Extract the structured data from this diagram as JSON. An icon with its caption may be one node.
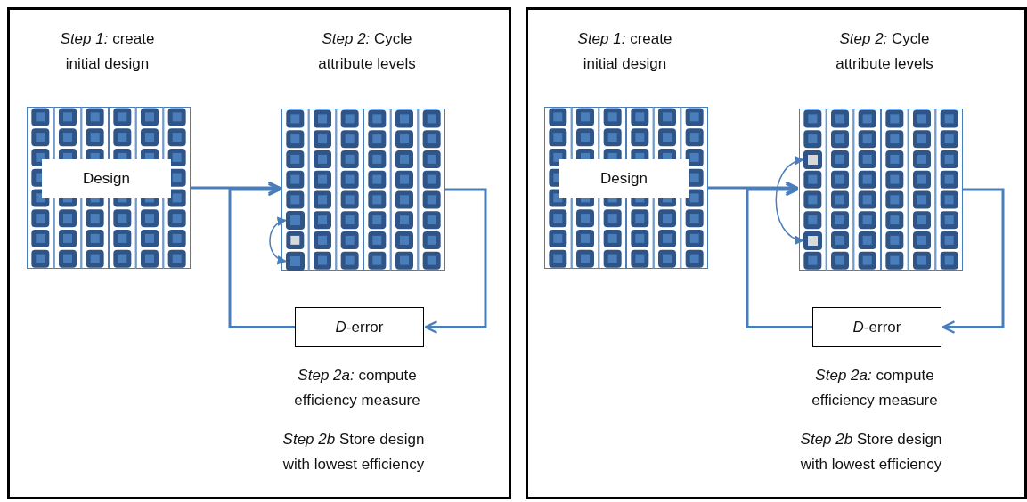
{
  "diagram": {
    "nodes": [
      {
        "text": [],
        "shape": "box"
      },
      {
        "text": [],
        "shape": "box",
        "in": 0
      },
      {
        "text": [
          "Design"
        ],
        "in": 1
      },
      {
        "text": [],
        "shape": "box",
        "in": 0
      },
      {
        "text": [],
        "shape": "box",
        "in": 3
      },
      {
        "text": [],
        "shape": "box",
        "in": 3
      },
      {
        "text": [
          "*D*-error"
        ],
        "in": 0
      },
      {
        "text": [],
        "shape": "box"
      },
      {
        "text": [],
        "shape": "box",
        "in": 7
      },
      {
        "text": [
          "Design"
        ],
        "in": 8
      },
      {
        "text": [],
        "shape": "box",
        "in": 7
      },
      {
        "text": [],
        "shape": "box",
        "in": 10
      },
      {
        "text": [],
        "shape": "box",
        "in": 10
      },
      {
        "text": [
          "*D*-error"
        ],
        "in": 7
      }
    ],
    "edges": [
      {
        "from": 1,
        "to": 3,
        "arrow": "to"
      },
      {
        "from": 3,
        "to": 6,
        "arrow": "to"
      },
      {
        "from": 6,
        "to": 3,
        "arrow": "to"
      },
      {
        "from": 4,
        "to": 5,
        "arrow": "both"
      },
      {
        "from": 8,
        "to": 10,
        "arrow": "to"
      },
      {
        "from": 10,
        "to": 13,
        "arrow": "to"
      },
      {
        "from": 13,
        "to": 10,
        "arrow": "to"
      },
      {
        "from": 11,
        "to": 12,
        "arrow": "both"
      }
    ],
    "labels": [
      "*Step 1:* create initial design",
      "*Step 2:* Cycle attribute levels",
      "*Step 2a:* compute efficiency measure",
      "*Step 2b* Store design with lowest efficiency",
      "*Step 1:* create initial design",
      "*Step 2:* Cycle attribute levels",
      "*Step 2a:* compute efficiency measure",
      "*Step 2b* Store design with lowest efficiency"
    ]
  }
}
